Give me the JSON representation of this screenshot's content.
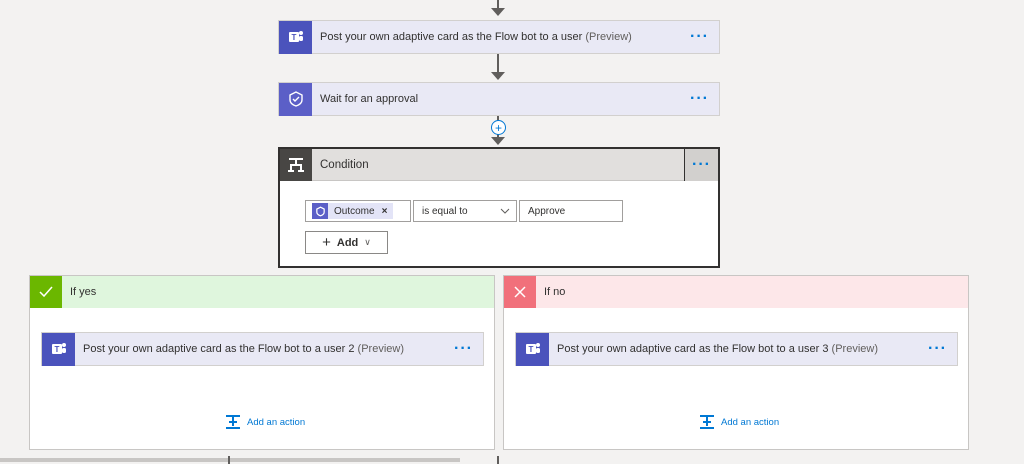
{
  "steps": {
    "post_card_1": {
      "title": "Post your own adaptive card as the Flow bot to a user",
      "tag": "(Preview)",
      "more": "···"
    },
    "wait_approval": {
      "title": "Wait for an approval",
      "more": "···"
    },
    "insert_step": {
      "symbol": "+"
    }
  },
  "condition": {
    "title": "Condition",
    "more": "···",
    "rule": {
      "left_token": "Outcome",
      "remove_symbol": "×",
      "operator": "is equal to",
      "value": "Approve"
    },
    "add_button": {
      "label": "Add",
      "plus": "+",
      "chevron": "∨"
    }
  },
  "branches": {
    "yes": {
      "label": "If yes",
      "color": "#dff6dd",
      "icon_color": "#6bb700",
      "icon": "check-icon",
      "action": {
        "title": "Post your own adaptive card as the Flow bot to a user 2",
        "tag": "(Preview)",
        "more": "···"
      },
      "add_action": "Add an action"
    },
    "no": {
      "label": "If no",
      "color": "#fde7e9",
      "icon_color": "#f1707b",
      "icon": "close-icon",
      "action": {
        "title": "Post your own adaptive card as the Flow bot to a user 3",
        "tag": "(Preview)",
        "more": "···"
      },
      "add_action": "Add an action"
    }
  },
  "colors": {
    "teams": "#4b53bc",
    "approval": "#5b5fc7",
    "link": "#0078d4"
  }
}
